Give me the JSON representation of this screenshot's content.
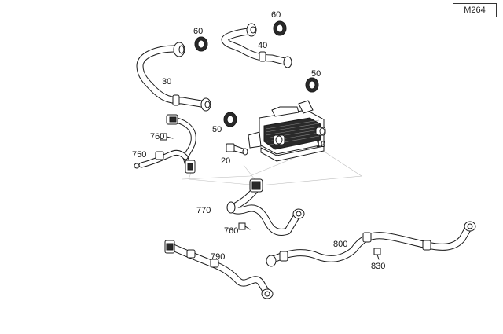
{
  "model_code": "M264",
  "callouts": {
    "c10": "10",
    "c20": "20",
    "c30": "30",
    "c40": "40",
    "c50a": "50",
    "c50b": "50",
    "c60a": "60",
    "c60b": "60",
    "c750": "750",
    "c760a": "760",
    "c760b": "760",
    "c770": "770",
    "c790": "790",
    "c800": "800",
    "c830": "830"
  }
}
